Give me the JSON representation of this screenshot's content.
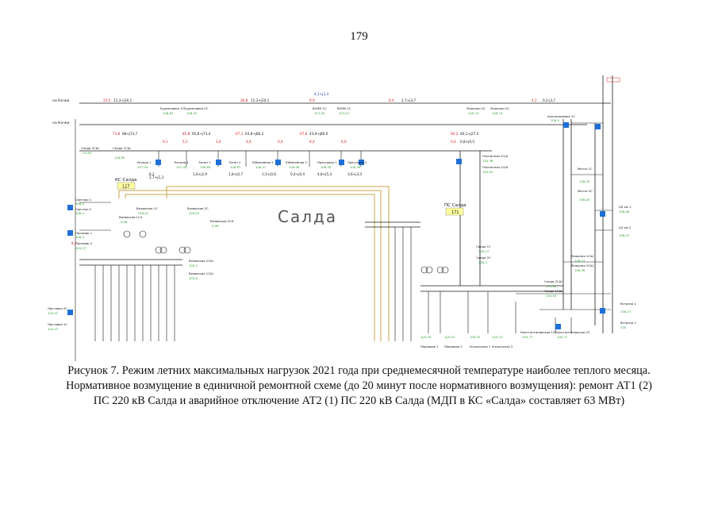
{
  "page_number": "179",
  "caption": {
    "line1": "Рисунок 7. Режим летних максимальных нагрузок 2021 года при среднемесячной температуре наиболее теплого месяца.",
    "line2": "Нормативное возмущение в единичной ремонтной схеме (до 20 минут после нормативного возмущения): ремонт АТ1 (2)",
    "line3": "ПС 220 кВ Салда и аварийное отключение АТ2 (1) ПС 220 кВ Салда (МДП в КС «Салда» составляет 63 МВт)"
  },
  "diagram": {
    "region_label": "Салда",
    "ks_label": "КС Салда",
    "ks_value": "127",
    "ps_label": "ПС Салда",
    "ps_value": "171",
    "lines_top": [
      "на Качки",
      "на Качки"
    ],
    "substations": [
      {
        "name": "Буденновка 1С",
        "v": "108,84"
      },
      {
        "name": "Буденновка 2С",
        "v": "108,43"
      },
      {
        "name": "ВСМК 1С",
        "v": "107,00"
      },
      {
        "name": "ВСМК 2С",
        "v": "107,07"
      },
      {
        "name": "Ясашная 1С",
        "v": "106,74"
      },
      {
        "name": "Ясашная 2С",
        "v": "106,74"
      },
      {
        "name": "Салда 2СШ",
        "v": "19,26"
      },
      {
        "name": "Салда 1СШ",
        "v": "116,65"
      },
      {
        "name": "Речная 1",
        "v": "107,44"
      },
      {
        "name": "Речная 2",
        "v": "107,44"
      },
      {
        "name": "Титан 1",
        "v": "106,85"
      },
      {
        "name": "Титан 2",
        "v": "106,87"
      },
      {
        "name": "Юбилейная 1",
        "v": "106,47"
      },
      {
        "name": "Юбилейная 2",
        "v": "106,06"
      },
      {
        "name": "Прессовая 1",
        "v": "106,35"
      },
      {
        "name": "Прессовая 2",
        "v": "106,39"
      },
      {
        "name": "Плотинная 2СШ",
        "v": "105,38"
      },
      {
        "name": "Плотинная 1СШ",
        "v": "105,93"
      },
      {
        "name": "Аполлинаевка 1С",
        "v": "106,4"
      },
      {
        "name": "Светлая 1",
        "v": "106,4"
      },
      {
        "name": "Светлая 2",
        "v": "106,4"
      },
      {
        "name": "Пальмир 1",
        "v": "106,4"
      },
      {
        "name": "Пальмир 2",
        "v": "104,57"
      },
      {
        "name": "Вязовская 1С",
        "v": "226,01"
      },
      {
        "name": "Вязовская 2С",
        "v": "226,01"
      },
      {
        "name": "Вязовская 2СК",
        "v": "9,06"
      },
      {
        "name": "Вязовская 1С4",
        "v": "9,06"
      },
      {
        "name": "Вязовская 2СШ",
        "v": "105,2"
      },
      {
        "name": "Вязовская 1СШ",
        "v": "105,8"
      },
      {
        "name": "Салда 1С",
        "v": "226,27"
      },
      {
        "name": "Салда 2С",
        "v": "226,2"
      },
      {
        "name": "Салда 2СШ",
        "v": "105,62"
      },
      {
        "name": "Салда 1СШ",
        "v": "105,63"
      },
      {
        "name": "Мечта 1С",
        "v": "106,45"
      },
      {
        "name": "Мечта 2С",
        "v": "106,45"
      },
      {
        "name": "ЦЗ км 1",
        "v": "106,46"
      },
      {
        "name": "ЦЗ км 2",
        "v": "106,47"
      },
      {
        "name": "Ясашная 1СШ",
        "v": "106,27"
      },
      {
        "name": "Ясашная 2СШ",
        "v": "106,36"
      },
      {
        "name": "Встреча 1",
        "v": "106,27"
      },
      {
        "name": "Встреча 2",
        "v": "105"
      },
      {
        "name": "Листовая 2С",
        "v": "104,37"
      },
      {
        "name": "Листовая 1С",
        "v": "104,37"
      },
      {
        "name": "Константиновская 1С",
        "v": "105,77"
      },
      {
        "name": "Константиновская 2С",
        "v": "105,77"
      },
      {
        "name": "Парковая 1",
        "v": "105,55"
      },
      {
        "name": "Парковая 2",
        "v": "105,51"
      },
      {
        "name": "Угрольская 1",
        "v": "105,52"
      },
      {
        "name": "Угрольская 2",
        "v": "105,22"
      }
    ],
    "flows": [
      {
        "a": "23,5",
        "b": "11,3+j10,1"
      },
      {
        "a": "30,8",
        "b": "11,3+j10,1"
      },
      {
        "a": "9,9",
        "b": "4,1+j3,3"
      },
      {
        "a": "8,4",
        "b": "2,7+j3,7"
      },
      {
        "a": "4,2",
        "b": "0,2-j3,7"
      },
      {
        "a": "73,8",
        "b": "68+j73,7"
      },
      {
        "a": "85,8",
        "b": "65,8+j73,4"
      },
      {
        "a": "67,3",
        "b": "63,8+j80,2"
      },
      {
        "a": "67,6",
        "b": "43,9+j80,0"
      },
      {
        "a": "60,2",
        "b": "40,1+j27,5"
      },
      {
        "a": "9,1",
        "b": "6,2"
      },
      {
        "a": "8,1",
        "b": "2,7+j1,3"
      },
      {
        "a": "5,5",
        "b": "1,6+j2,9"
      },
      {
        "a": "3,4",
        "b": "1,8+j0,7"
      },
      {
        "a": "4,8",
        "b": "1,5+j0,6"
      },
      {
        "a": "0,4",
        "b": "0,4+j0,4"
      },
      {
        "a": "8,4",
        "b": "4,8+j5,3"
      },
      {
        "a": "6,6",
        "b": "3,6+j3,3"
      },
      {
        "a": "0,4",
        "b": "0,8+j0,5"
      }
    ]
  }
}
